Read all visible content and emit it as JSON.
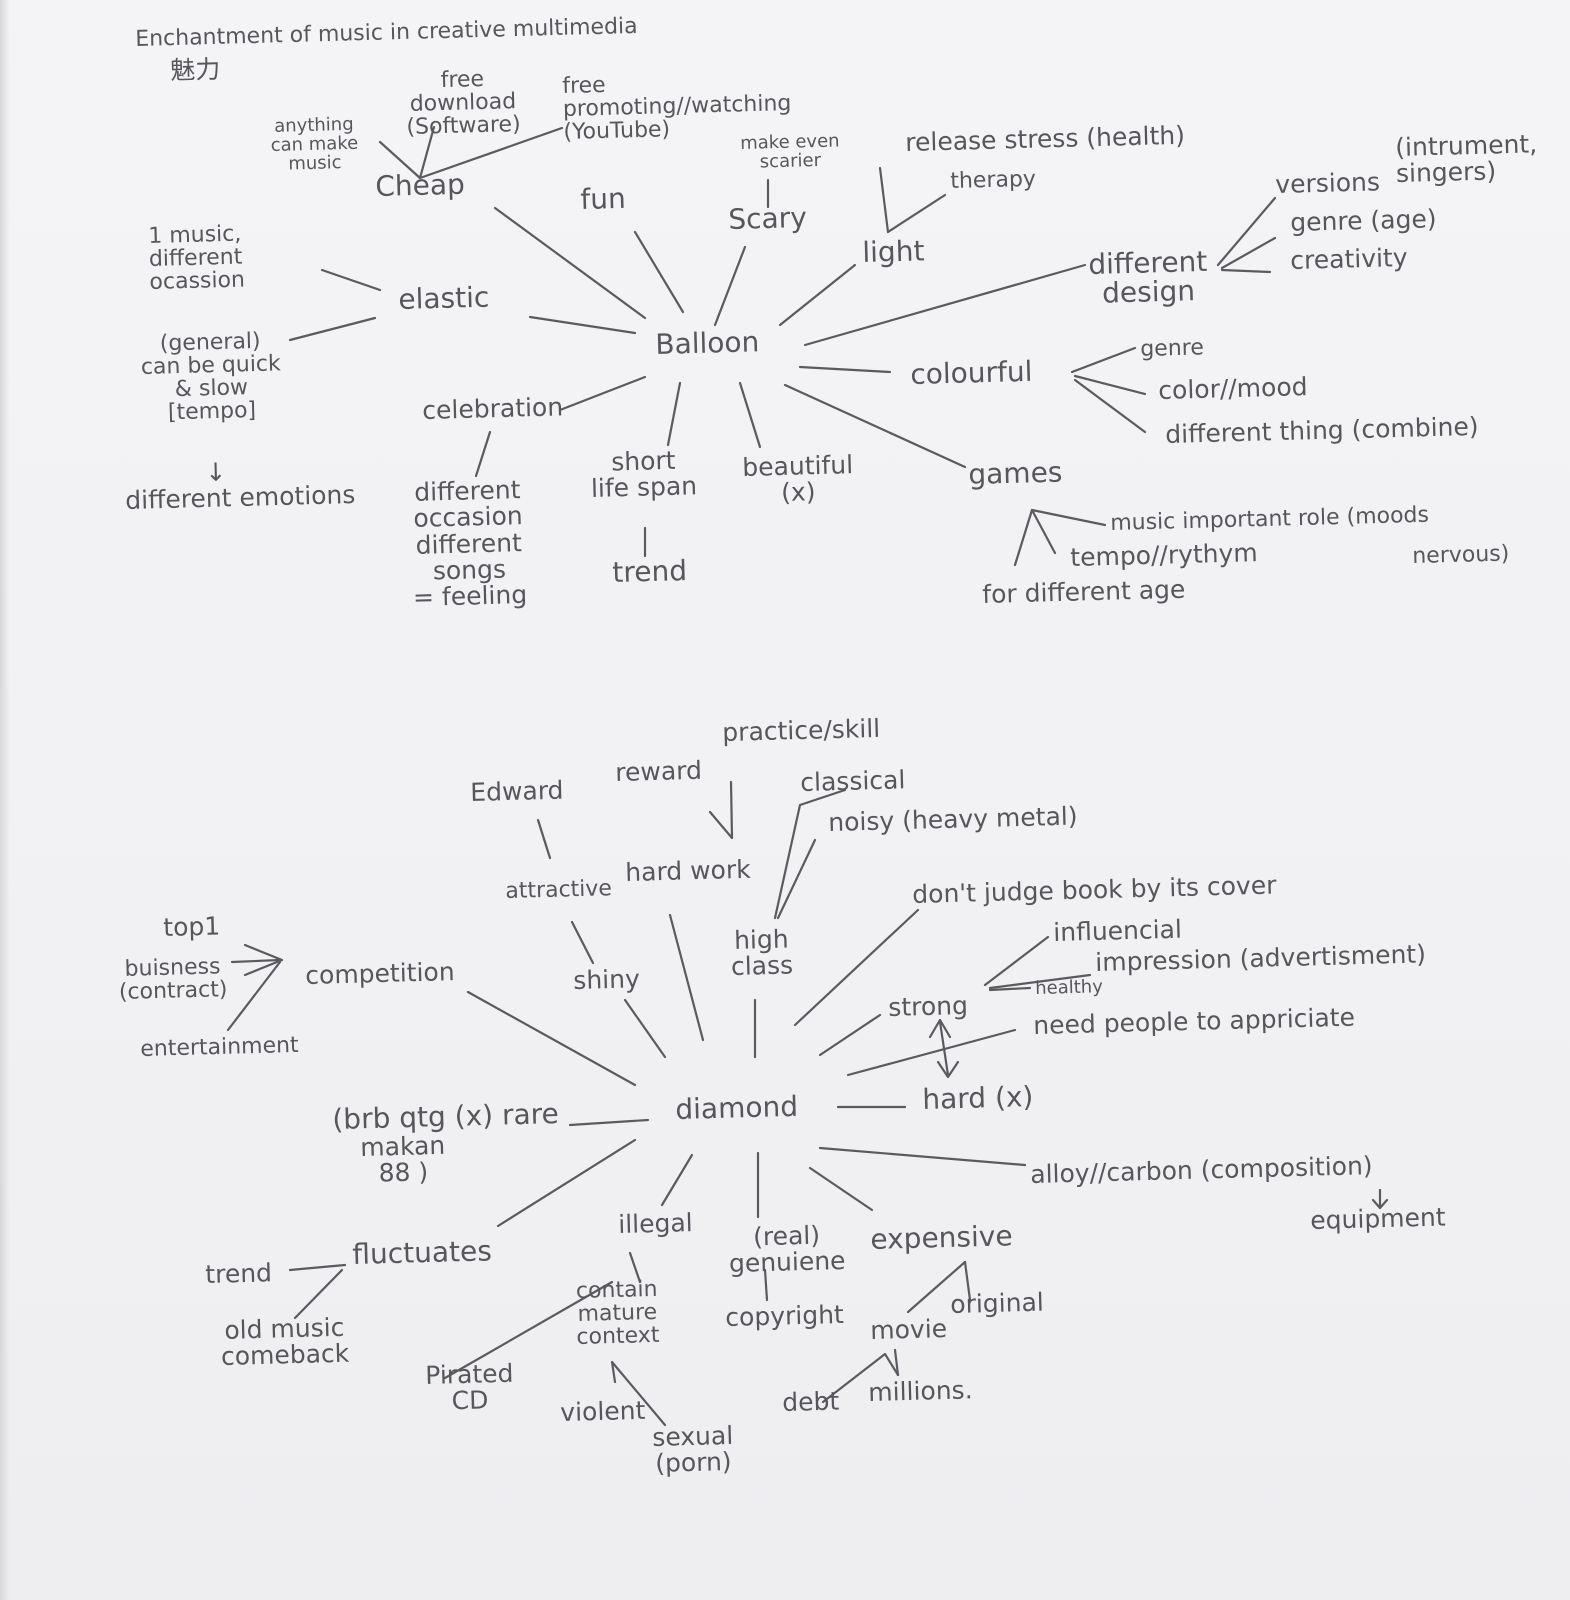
{
  "title": "Enchantment of music in creative multimedia",
  "title_chinese": "魅力",
  "balloon": {
    "center": "Balloon",
    "cheap": "Cheap",
    "anything_can_make_music": "anything\ncan make\nmusic",
    "free_download": "free\ndownload\n(Software)",
    "free_promoting": "free\npromoting//watching\n(YouTube)",
    "fun": "fun",
    "make_even_scarier": "make even\nscarier",
    "scary": "Scary",
    "release_stress": "release stress (health)",
    "therapy": "therapy",
    "light": "light",
    "different_design": "different\ndesign",
    "versions": "versions",
    "instrument_singers": "(intrument,\nsingers)",
    "genre_age": "genre (age)",
    "creativity": "creativity",
    "elastic": "elastic",
    "one_music": "1 music,\ndifferent\nocassion",
    "general_tempo": "(general)\ncan be quick\n& slow\n[tempo]",
    "down_arrow": "↓",
    "different_emotions": "different emotions",
    "celebration": "celebration",
    "different_occasion_songs": "different\noccasion\ndifferent\nsongs\n= feeling",
    "short_life_span": "short\nlife span",
    "trend": "trend",
    "beautiful": "beautiful\n(x)",
    "colourful": "colourful",
    "genre": "genre",
    "color_mood": "color//mood",
    "different_thing": "different thing (combine)",
    "games": "games",
    "music_important_role": "music important role (moods",
    "nervous": "nervous)",
    "tempo_rythym": "tempo//rythym",
    "for_different_age": "for different age"
  },
  "diamond": {
    "center": "diamond",
    "edward": "Edward",
    "reward": "reward",
    "practice_skill": "practice/skill",
    "hard_work": "hard work",
    "attractive": "attractive",
    "shiny": "shiny",
    "classical": "classical",
    "noisy": "noisy (heavy metal)",
    "high_class": "high\nclass",
    "dont_judge": "don't judge book by its cover",
    "influencial": "influencial",
    "impression": "impression (advertisment)",
    "healthy": "healthy",
    "strong": "strong",
    "need_people": "need people to appriciate",
    "hard": "hard (x)",
    "competition": "competition",
    "top1": "top1",
    "buisness": "buisness\n(contract)",
    "entertainment": "entertainment",
    "rare": "(brb qtg (x) rare",
    "makan": "makan\n88 )",
    "alloy_carbon": "alloy//carbon (composition)",
    "equipment": "equipment",
    "fluctuates": "fluctuates",
    "trend": "trend",
    "old_music": "old music\ncomeback",
    "illegal": "illegal",
    "pirated_cd": "Pirated\nCD",
    "mature_content": "contain\nmature\ncontext",
    "violent": "violent",
    "sexual": "sexual\n(porn)",
    "genuine": "(real)\ngenuiene",
    "copyright": "copyright",
    "expensive": "expensive",
    "original": "original",
    "movie": "movie",
    "debt": "debt",
    "millions": "millions."
  }
}
